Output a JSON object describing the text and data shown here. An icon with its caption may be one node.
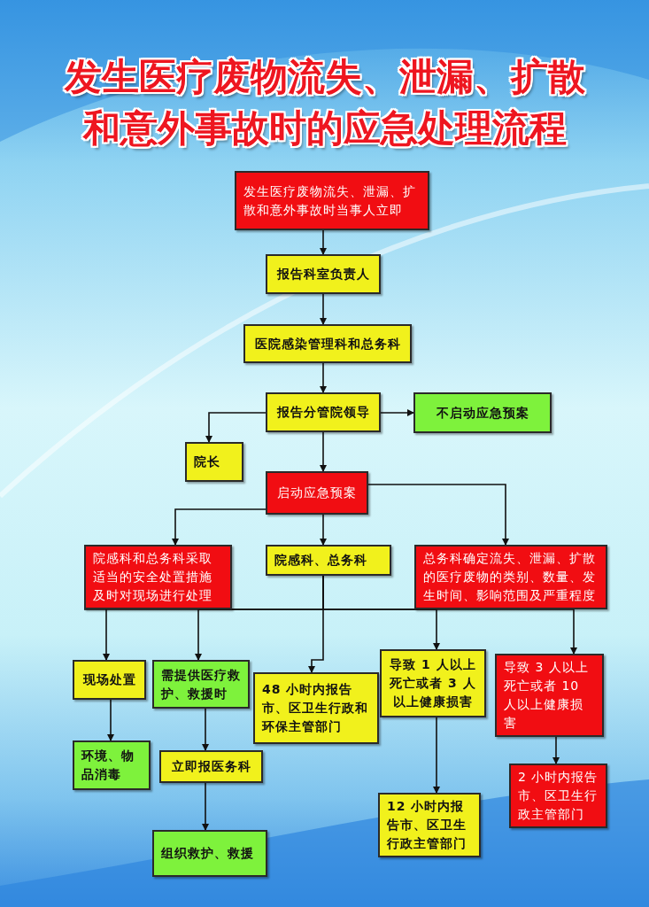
{
  "diagram": {
    "title": "发生医疗废物流失、泄漏、扩散和意外事故时的应急处理流程",
    "nodes": [
      {
        "text": [
          "发生医疗废物流失、泄漏、扩散和意外事故时当事人立即"
        ]
      },
      {
        "text": [
          "报告科室负责人"
        ]
      },
      {
        "text": [
          "医院感染管理科和总务科"
        ]
      },
      {
        "text": [
          "报告分管院领导"
        ]
      },
      {
        "text": [
          "不启动应急预案"
        ]
      },
      {
        "text": [
          "院长"
        ]
      },
      {
        "text": [
          "启动应急预案"
        ]
      },
      {
        "text": [
          "院感科和总务科采取适当的安全处置措施及时对现场进行处理"
        ]
      },
      {
        "text": [
          "院感科、总务科"
        ]
      },
      {
        "text": [
          "总务科确定流失、泄漏、扩散的医疗废物的类别、数量、发生时间、影响范围及严重程度"
        ]
      },
      {
        "text": [
          "现场处置"
        ]
      },
      {
        "text": [
          "需提供医疗救护、救援时"
        ]
      },
      {
        "text": [
          "48 小时内报告市、区卫生行政和环保主管部门"
        ]
      },
      {
        "text": [
          "导致 1 人以上死亡或者 3 人以上健康损害"
        ]
      },
      {
        "text": [
          "导致 3 人以上死亡或者 10 人以上健康损害"
        ]
      },
      {
        "text": [
          "环境、物品消毒"
        ]
      },
      {
        "text": [
          "立即报医务科"
        ]
      },
      {
        "text": [
          "组织救护、救援"
        ]
      },
      {
        "text": [
          "12 小时内报告市、区卫生行政主管部门"
        ]
      },
      {
        "text": [
          "2 小时内报告市、区卫生行政主管部门"
        ]
      }
    ],
    "edges": [
      {
        "from": 0,
        "to": 1,
        "arrow": "to"
      },
      {
        "from": 1,
        "to": 2,
        "arrow": "to"
      },
      {
        "from": 2,
        "to": 3,
        "arrow": "to"
      },
      {
        "from": 3,
        "to": 4,
        "arrow": "to"
      },
      {
        "from": 3,
        "to": 5,
        "arrow": "to"
      },
      {
        "from": 3,
        "to": 6,
        "arrow": "to"
      },
      {
        "from": 6,
        "to": 7,
        "arrow": "to"
      },
      {
        "from": 6,
        "to": 8,
        "arrow": "to"
      },
      {
        "from": 6,
        "to": 9,
        "arrow": "to"
      },
      {
        "from": 8,
        "to": 10,
        "arrow": "to"
      },
      {
        "from": 8,
        "to": 11,
        "arrow": "to"
      },
      {
        "from": 8,
        "to": 12,
        "arrow": "to"
      },
      {
        "from": 8,
        "to": 13,
        "arrow": "to"
      },
      {
        "from": 8,
        "to": 14,
        "arrow": "to"
      },
      {
        "from": 10,
        "to": 15,
        "arrow": "to"
      },
      {
        "from": 11,
        "to": 16,
        "arrow": "to"
      },
      {
        "from": 16,
        "to": 17,
        "arrow": "to"
      },
      {
        "from": 13,
        "to": 18,
        "arrow": "to"
      },
      {
        "from": 14,
        "to": 19,
        "arrow": "to"
      }
    ]
  }
}
